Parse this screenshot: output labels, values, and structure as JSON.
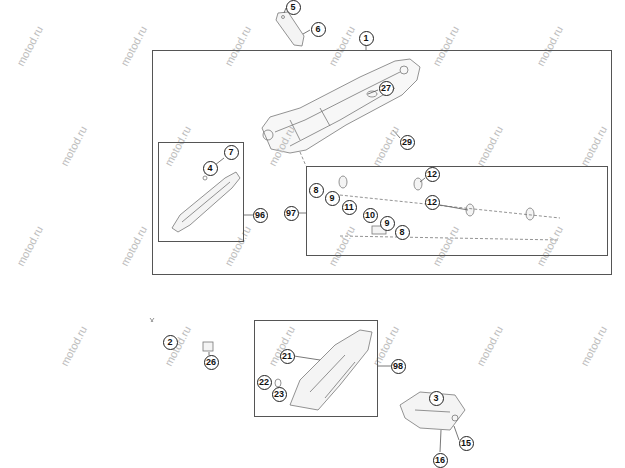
{
  "diagram": {
    "nodes": [
      {
        "text": [
          "1"
        ]
      },
      {
        "text": [
          "4",
          "7"
        ],
        "in": 0
      },
      {
        "text": [
          "12",
          "12",
          "8",
          "9",
          "11",
          "10",
          "9",
          "8"
        ],
        "in": 0
      },
      {
        "text": [
          "21",
          "22",
          "23"
        ]
      }
    ],
    "labels": [
      "5",
      "6",
      "27",
      "29",
      "96",
      "97",
      "2",
      "26",
      "98",
      "3",
      "15",
      "16",
      "motod.ru",
      "motod.ru",
      "motod.ru",
      "motod.ru",
      "motod.ru",
      "motod.ru",
      "motod.ru",
      "motod.ru",
      "motod.ru",
      "motod.ru",
      "motod.ru",
      "motod.ru",
      "motod.ru",
      "motod.ru",
      "motod.ru",
      "motod.ru",
      "motod.ru",
      "motod.ru",
      "motod.ru",
      "motod.ru",
      "motod.ru",
      "motod.ru",
      "motod.ru",
      "motod.ru"
    ]
  }
}
